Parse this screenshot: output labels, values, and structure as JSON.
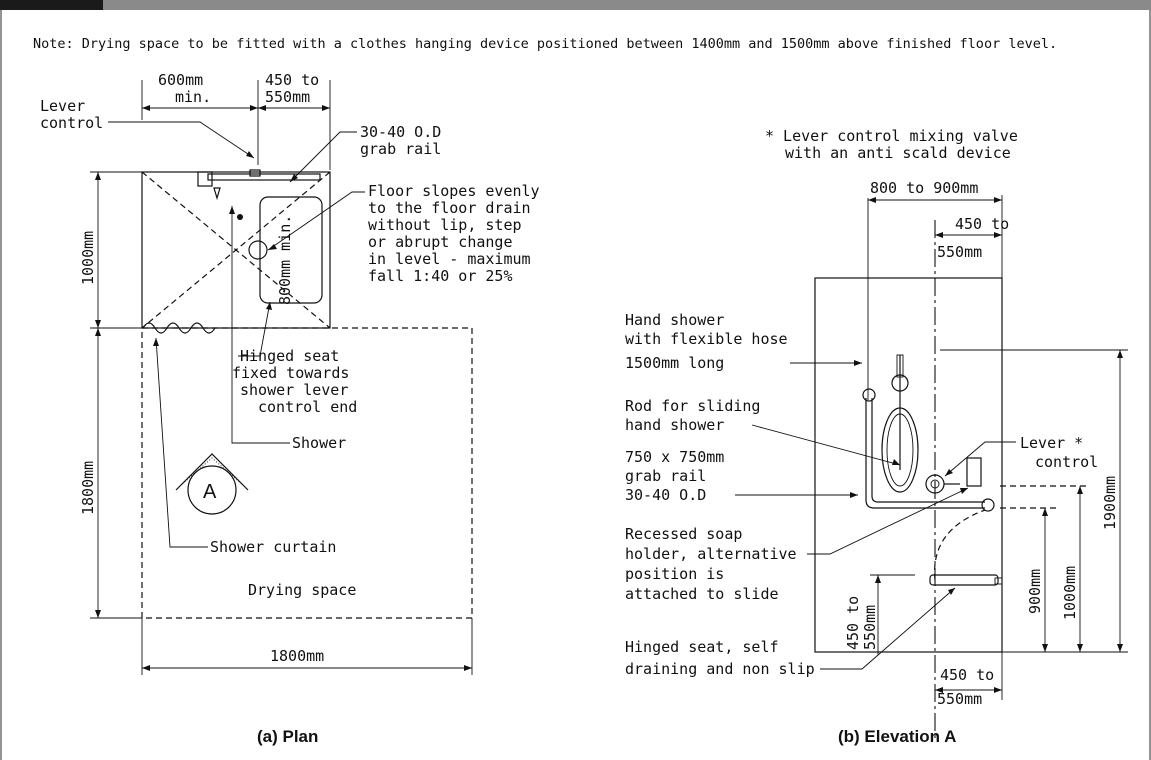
{
  "note": "Note: Drying space to be fitted with a clothes hanging device positioned between 1400mm and 1500mm above finished floor level.",
  "plan": {
    "caption": "(a) Plan",
    "dim_600": "600mm",
    "dim_600_min": "min.",
    "dim_450": "450 to",
    "dim_550": "550mm",
    "dim_1000": "1000mm",
    "dim_1800_v": "1800mm",
    "dim_1800_h": "1800mm",
    "dim_800_min": "800mm min.",
    "lever_control": [
      "Lever",
      "control"
    ],
    "grab_rail": [
      "30-40 O.D",
      "grab rail"
    ],
    "floor_slopes": [
      "Floor slopes evenly",
      "to the floor drain",
      "without lip, step",
      "or abrupt change",
      "in level - maximum",
      "fall 1:40 or 25%"
    ],
    "hinged_seat": [
      "Hinged seat",
      "fixed towards",
      "shower lever",
      "control end"
    ],
    "shower": "Shower",
    "shower_curtain": "Shower curtain",
    "drying_space": "Drying space",
    "section_marker": "A"
  },
  "elevation": {
    "caption": "(b) Elevation A",
    "valve_note": [
      "* Lever control mixing valve",
      "with an anti scald device"
    ],
    "dim_800_900": "800 to 900mm",
    "dim_450_top": "450 to",
    "dim_550_top": "550mm",
    "dim_450_bot": "450 to",
    "dim_550_bot": "550mm",
    "dim_seat_a": "450 to",
    "dim_seat_b": "550mm",
    "dim_900": "900mm",
    "dim_1000": "1000mm",
    "dim_1900": "1900mm",
    "hand_shower": [
      "Hand shower",
      "with flexible hose",
      "1500mm long"
    ],
    "rod": [
      "Rod for sliding",
      "hand shower"
    ],
    "grab_rail": [
      "750 x 750mm",
      "grab rail",
      "30-40 O.D"
    ],
    "soap": [
      "Recessed soap",
      "holder, alternative",
      "position is",
      "attached to slide"
    ],
    "seat": [
      "Hinged seat, self",
      "draining and non slip"
    ],
    "lever": [
      "Lever *",
      "control"
    ]
  }
}
